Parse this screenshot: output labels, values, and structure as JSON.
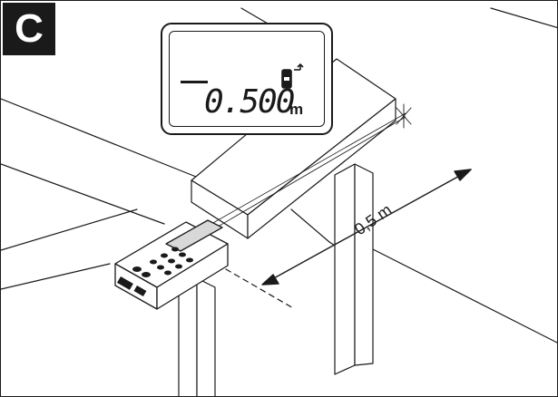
{
  "figure": {
    "badge": "C",
    "display": {
      "value": "0.500",
      "unit": "m",
      "reference_icon": "rear-edge-reference-icon"
    },
    "dimension_label": "0,5 m"
  }
}
